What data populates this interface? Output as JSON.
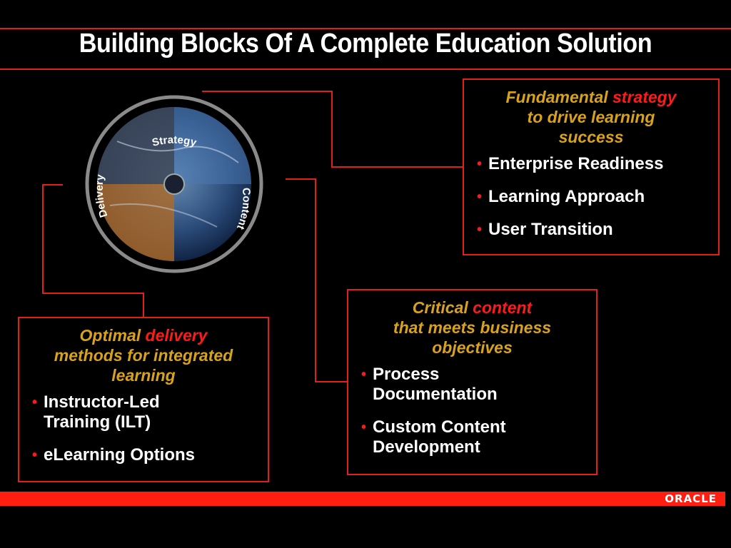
{
  "title": "Building Blocks Of A Complete Education Solution",
  "wheel": {
    "strategy_label": "Strategy",
    "delivery_label": "Delivery",
    "content_label": "Content"
  },
  "strategy_box": {
    "heading_pre": "Fundamental",
    "heading_accent": "strategy",
    "heading_line2": "to drive learning",
    "heading_line3": "success",
    "items": [
      "Enterprise Readiness",
      "Learning Approach",
      "User Transition"
    ]
  },
  "content_box": {
    "heading_pre": "Critical",
    "heading_accent": "content",
    "heading_line2": "that meets business",
    "heading_line3": "objectives",
    "items": [
      "Process Documentation",
      "Custom Content Development"
    ]
  },
  "delivery_box": {
    "heading_pre": "Optimal",
    "heading_accent": "delivery",
    "heading_line2": "methods for integrated",
    "heading_line3": "learning",
    "items": [
      "Instructor-Led Training (ILT)",
      "eLearning Options"
    ]
  },
  "footer": {
    "logo": "ORACLE"
  },
  "colors": {
    "accent_red": "#e0201a",
    "heading_gold": "#d9a21b",
    "highlight_red": "#ff1a1a"
  }
}
